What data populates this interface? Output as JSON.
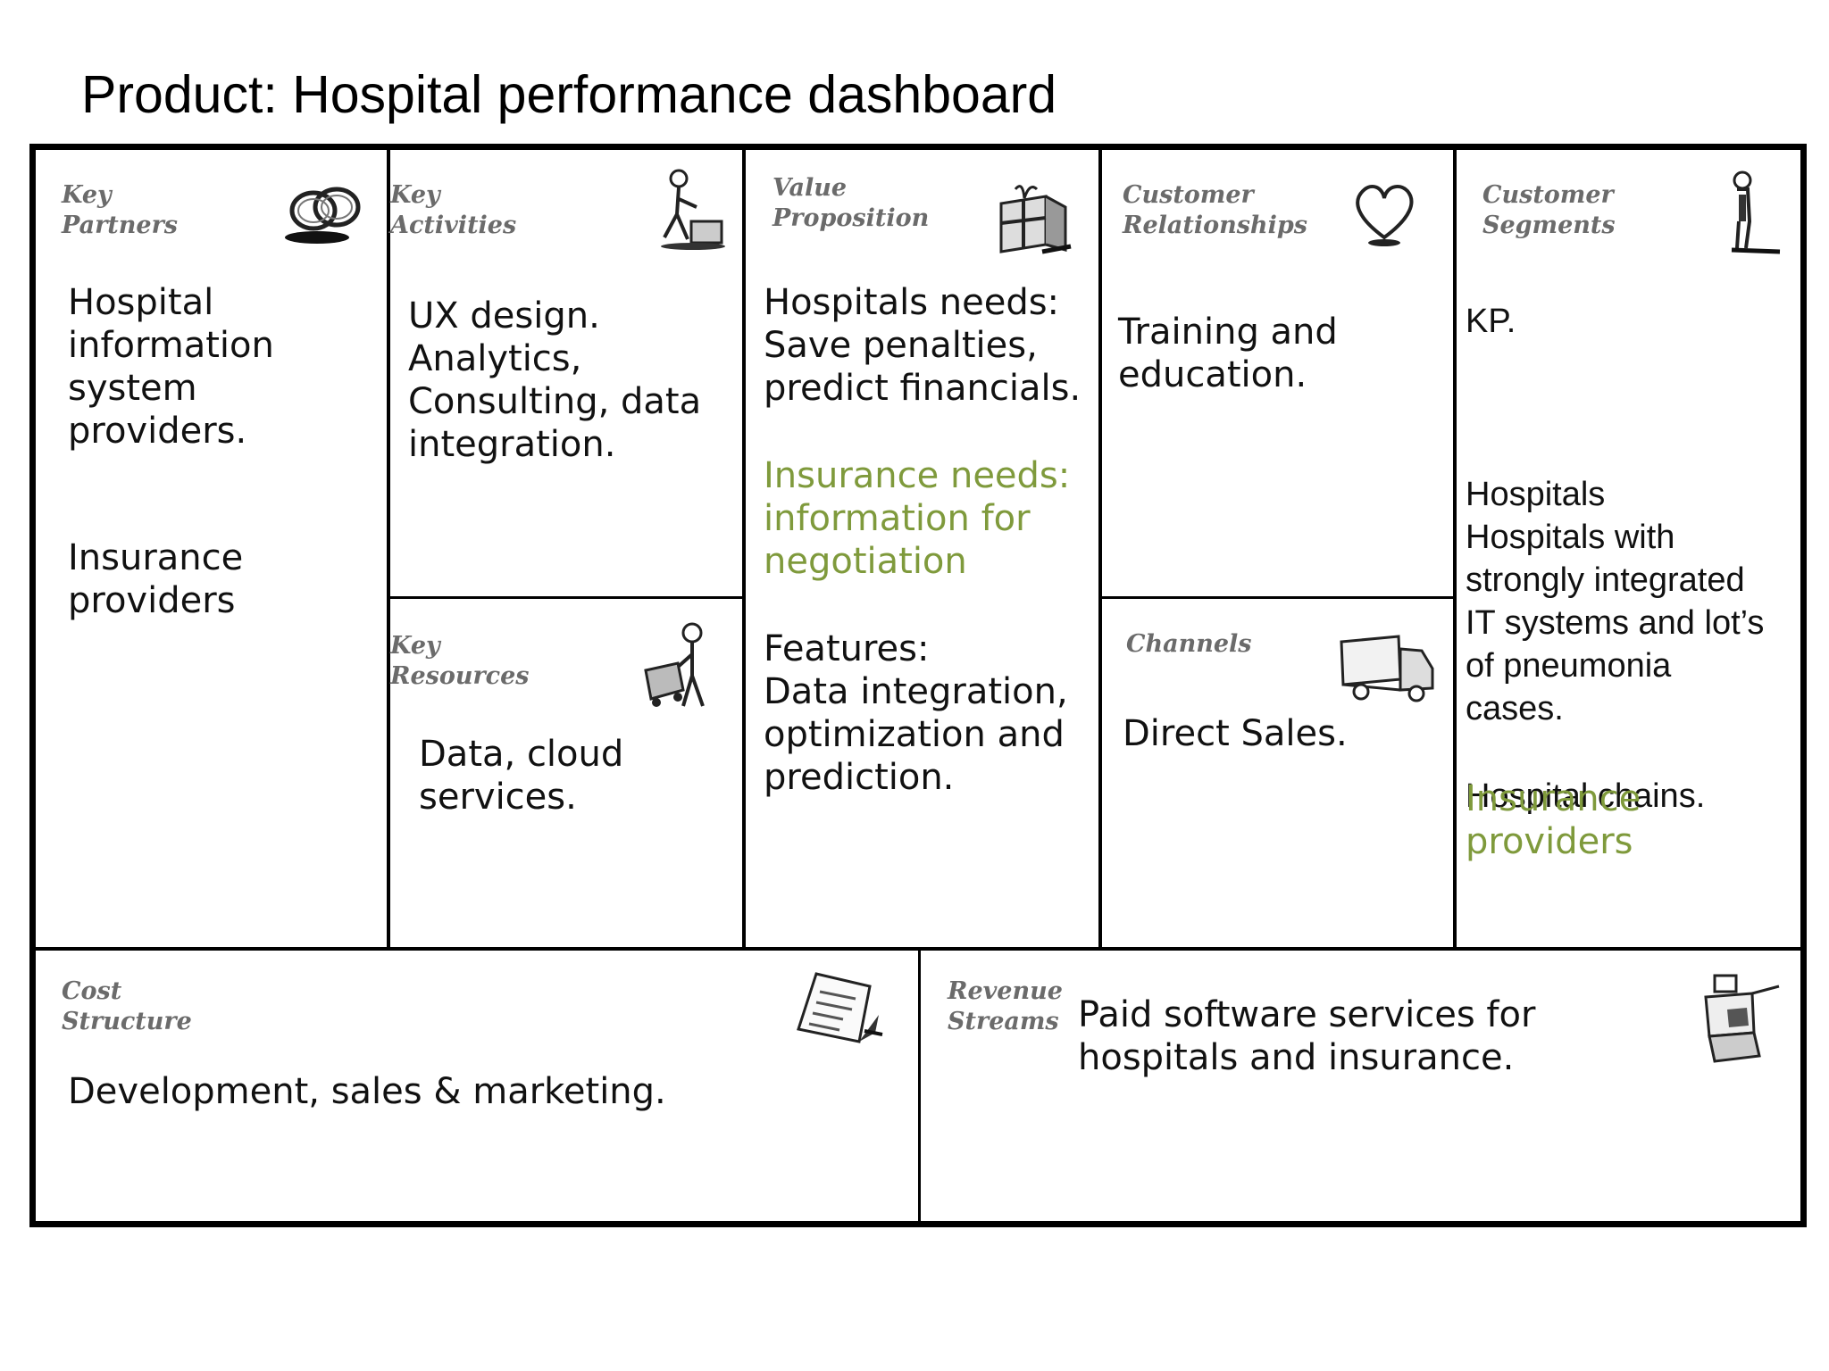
{
  "title": "Product: Hospital performance dashboard",
  "blocks": {
    "key_partners": {
      "heading": "Key\nPartners",
      "icon": "linked-rings-icon",
      "items": [
        "Hospital\ninformation\nsystem\nproviders.",
        "Insurance\nproviders"
      ]
    },
    "key_activities": {
      "heading": "Key\nActivities",
      "icon": "person-working-icon",
      "text": "UX design.\nAnalytics,\nConsulting, data\nintegration."
    },
    "key_resources": {
      "heading": "Key\nResources",
      "icon": "person-with-cart-icon",
      "text": "Data, cloud\nservices."
    },
    "value_proposition": {
      "heading": "Value\nProposition",
      "icon": "gift-box-icon",
      "hospitals": "Hospitals needs:\nSave penalties,\npredict financials.",
      "insurance": "Insurance needs:\ninformation for\nnegotiation",
      "features": "Features:\nData integration,\noptimization and\nprediction."
    },
    "customer_relationships": {
      "heading": "Customer\nRelationships",
      "icon": "heart-icon",
      "text": "Training and\neducation."
    },
    "channels": {
      "heading": "Channels",
      "icon": "delivery-truck-icon",
      "text": "Direct Sales."
    },
    "customer_segments": {
      "heading": "Customer\nSegments",
      "icon": "standing-person-icon",
      "kp": "KP.",
      "hospitals": "Hospitals\nHospitals with\nstrongly integrated\nIT systems and lot’s\nof pneumonia\ncases.",
      "chains": "Hospital chains.",
      "insurance": "Insurance\nproviders"
    },
    "cost_structure": {
      "heading": "Cost\nStructure",
      "icon": "invoice-paper-icon",
      "text": "Development, sales & marketing."
    },
    "revenue_streams": {
      "heading": "Revenue\nStreams",
      "icon": "cash-register-icon",
      "text": "Paid software services for\nhospitals and insurance."
    }
  },
  "colors": {
    "accent_green": "#7f9a3c",
    "heading_gray": "#6b6b6b",
    "border": "#000000"
  }
}
